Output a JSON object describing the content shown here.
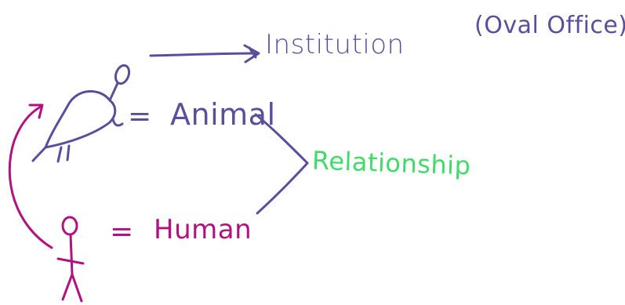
{
  "labels": {
    "institution": "Institution",
    "oval_office": "(Oval Office)",
    "animal_equals": "=",
    "animal": "Animal",
    "relationship": "Relationship",
    "human_equals": "=",
    "human": "Human"
  },
  "colors": {
    "purple_ink": "#5b4f9c",
    "green_ink": "#3fdc6a",
    "magenta_ink": "#b1127f",
    "background": "#ffffff"
  },
  "icons": {
    "animal": "bird-drawing-icon",
    "human": "stick-figure-icon"
  }
}
